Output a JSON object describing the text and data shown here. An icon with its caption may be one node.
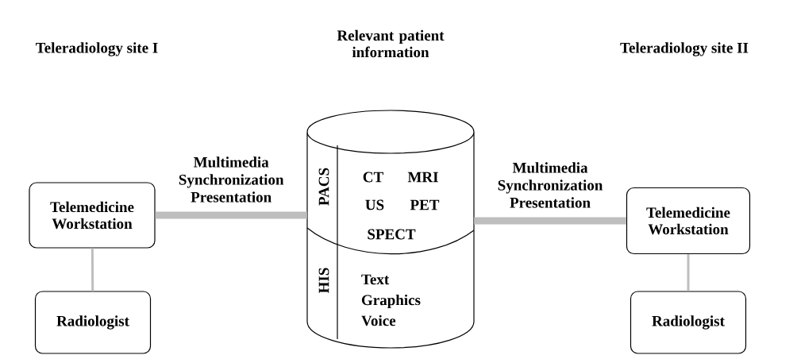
{
  "diagram": {
    "nodes": [
      {
        "text": [
          "Telemedicine Workstation"
        ]
      },
      {
        "text": [
          "Radiologist"
        ]
      },
      {
        "text": [
          "Relevant patient information"
        ]
      },
      {
        "text": [
          "PACS",
          "CT",
          "MRI",
          "US",
          "PET",
          "SPECT"
        ],
        "in": 2
      },
      {
        "text": [
          "HIS",
          "Text Graphics Voice"
        ],
        "in": 2
      },
      {
        "text": [
          "Telemedicine Workstation"
        ]
      },
      {
        "text": [
          "Radiologist"
        ]
      }
    ],
    "edges": [
      {
        "from": 0,
        "to": 2,
        "arrow": "none",
        "label": "Multimedia Synchronization Presentation",
        "style": "thick"
      },
      {
        "from": 2,
        "to": 5,
        "arrow": "none",
        "label": "Multimedia Synchronization Presentation",
        "style": "thick"
      },
      {
        "from": 0,
        "to": 1,
        "arrow": "none"
      },
      {
        "from": 5,
        "to": 6,
        "arrow": "none"
      }
    ],
    "labels": [
      "Teleradiology site I",
      "Teleradiology site II"
    ]
  }
}
